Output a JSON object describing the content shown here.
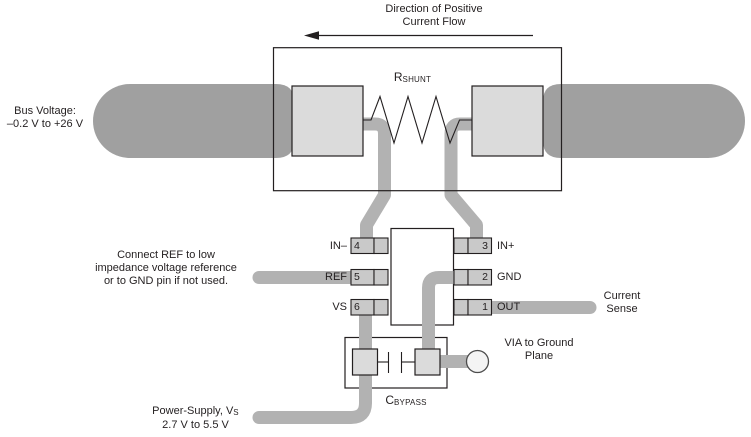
{
  "title": {
    "line1": "Direction of Positive",
    "line2": "Current Flow"
  },
  "bus": {
    "label_line1": "Bus Voltage:",
    "label_line2": "–0.2 V to +26 V"
  },
  "shunt": {
    "ref_des": "R",
    "ref_des_sub": "SHUNT"
  },
  "ref_note": {
    "line1": "Connect REF to low",
    "line2": "impedance voltage reference",
    "line3": "or to GND pin if not used."
  },
  "ic": {
    "pins_left": [
      {
        "number": "4",
        "label": "IN–"
      },
      {
        "number": "5",
        "label": "REF"
      },
      {
        "number": "6",
        "label": "VS"
      }
    ],
    "pins_right": [
      {
        "number": "3",
        "label": "IN+"
      },
      {
        "number": "2",
        "label": "GND"
      },
      {
        "number": "1",
        "label": "OUT"
      }
    ]
  },
  "output": {
    "line1": "Current",
    "line2": "Sense"
  },
  "via": {
    "line1": "VIA to Ground",
    "line2": "Plane"
  },
  "bypass": {
    "ref_des": "C",
    "ref_des_sub": "BYPASS"
  },
  "power": {
    "line1_main": "Power-Supply, V",
    "line1_sub": "S",
    "line2": "2.7 V to 5.5 V"
  },
  "colors": {
    "bus_bar": "#a0a0a0",
    "trace": "#b2b2b2",
    "pad_light": "#dbdbdb",
    "pad_pin": "#c9c9c9",
    "outline": "#231f20",
    "via_fill": "#f4f4f4"
  }
}
